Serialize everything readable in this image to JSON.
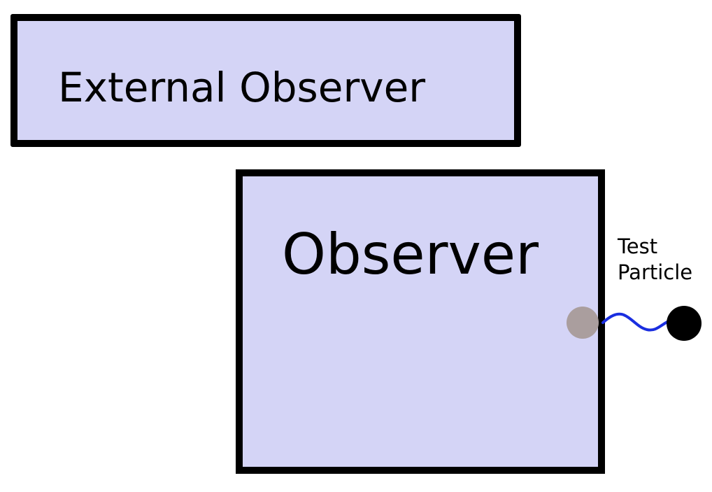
{
  "diagram": {
    "external_observer": {
      "label": "External Observer",
      "fill": "#d4d4f6"
    },
    "observer": {
      "label": "Observer",
      "fill": "#d4d4f6"
    },
    "test_particle": {
      "label": "Test\nParticle",
      "color": "#000000"
    },
    "detector_dot": {
      "color": "#aa9e9e"
    },
    "signal_wave": {
      "color": "#1a2ee0"
    },
    "border_color": "#000000"
  }
}
